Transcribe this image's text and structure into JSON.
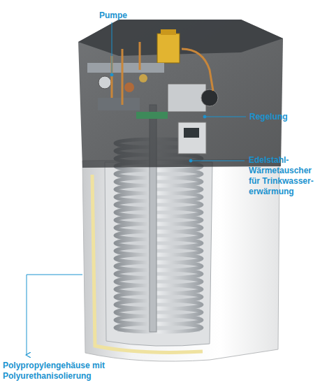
{
  "diagram": {
    "labels": [
      "Pumpe",
      "Regelung",
      "Edelstahl- Wärmetauscher für Trinkwasser- erwärmung",
      "Polypropylengehäuse mit Polyurethanisolierung"
    ]
  }
}
